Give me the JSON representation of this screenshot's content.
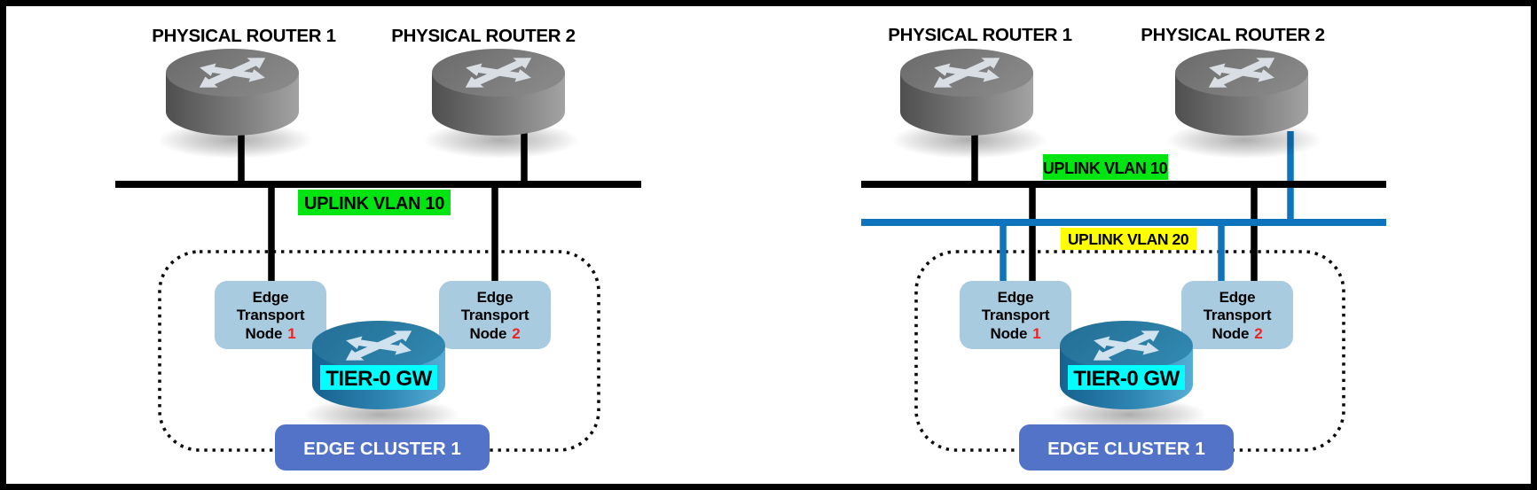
{
  "colors": {
    "vlan10_highlight": "#00e512",
    "vlan20_highlight": "#ffff00",
    "tier0_highlight": "#00ffff",
    "vlan20_line_blue": "#0e74bd",
    "bus_line_black": "#000000",
    "edge_node_fill": "#a9cbdf",
    "edge_cluster_fill": "#5273c8",
    "node_number_red": "#ee2220",
    "router_gray": "#7d7d7d",
    "tier0_teal": "#2e7fa8"
  },
  "left_diagram": {
    "router1_label": "PHYSICAL ROUTER 1",
    "router2_label": "PHYSICAL ROUTER 2",
    "vlan10_label": "UPLINK VLAN 10",
    "node1": {
      "line1": "Edge",
      "line2": "Transport",
      "line3": "Node",
      "number": "1"
    },
    "node2": {
      "line1": "Edge",
      "line2": "Transport",
      "line3": "Node",
      "number": "2"
    },
    "tier0_label": "TIER-0 GW",
    "cluster_label": "EDGE CLUSTER 1"
  },
  "right_diagram": {
    "router1_label": "PHYSICAL ROUTER 1",
    "router2_label": "PHYSICAL ROUTER 2",
    "vlan10_label": "UPLINK VLAN 10",
    "vlan20_label": "UPLINK VLAN 20",
    "node1": {
      "line1": "Edge",
      "line2": "Transport",
      "line3": "Node",
      "number": "1"
    },
    "node2": {
      "line1": "Edge",
      "line2": "Transport",
      "line3": "Node",
      "number": "2"
    },
    "tier0_label": "TIER-0 GW",
    "cluster_label": "EDGE CLUSTER 1"
  }
}
